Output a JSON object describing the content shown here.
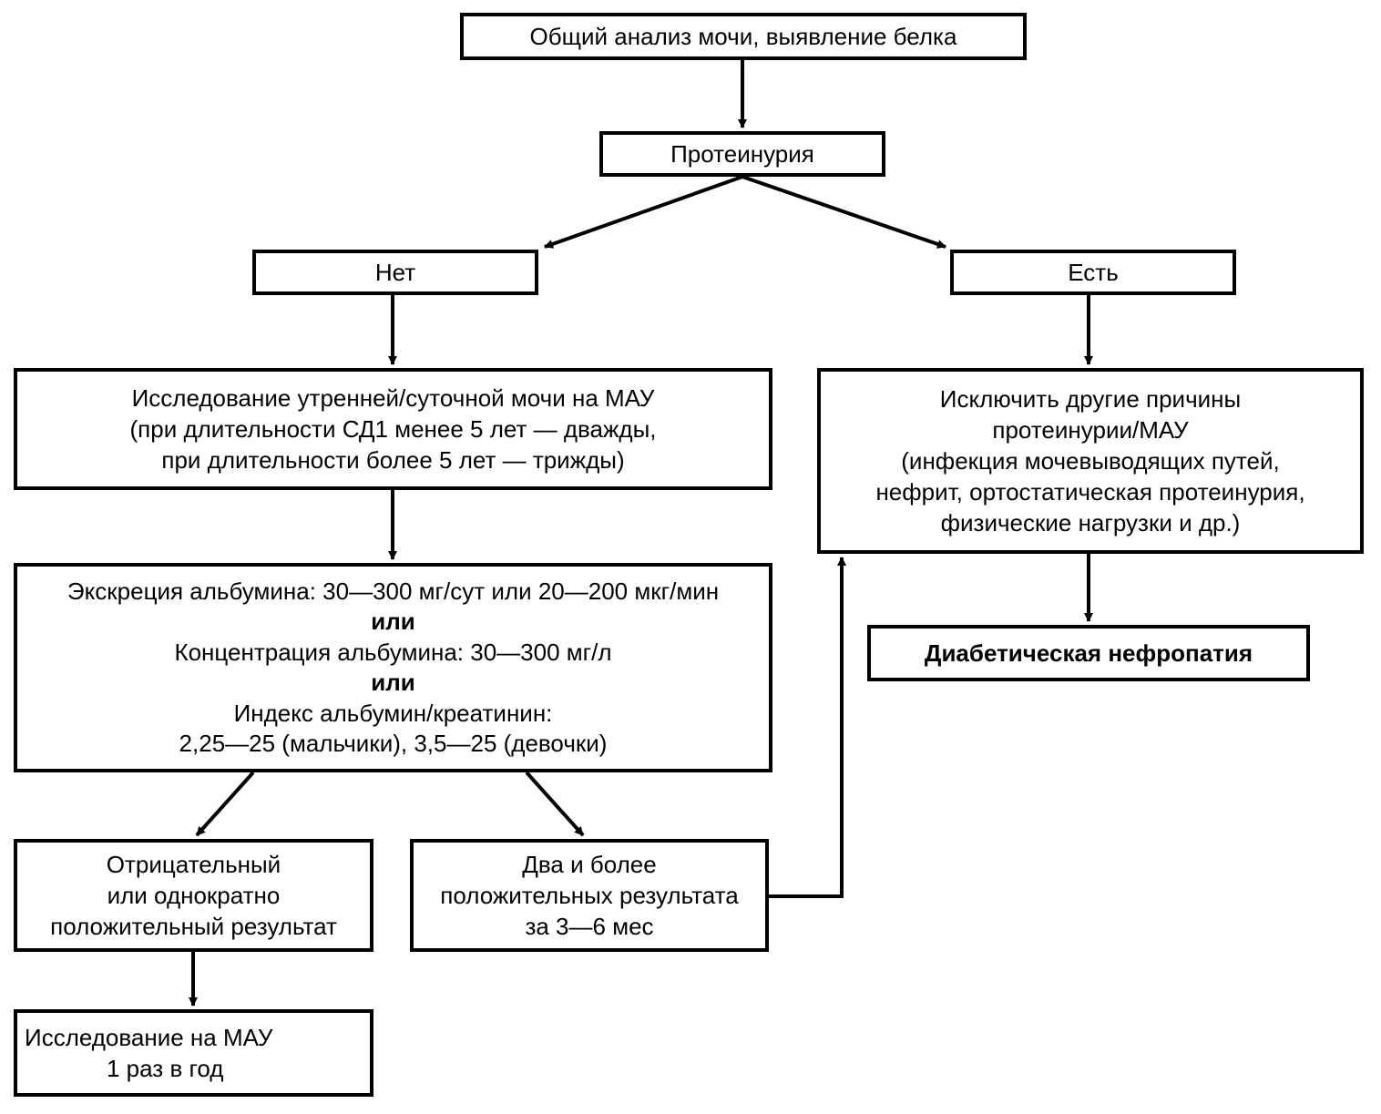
{
  "nodes": {
    "general_analysis": "Общий анализ мочи, выявление белка",
    "proteinuria": "Протеинурия",
    "no": "Нет",
    "yes": "Есть",
    "study": {
      "line1": "Исследование утренней/суточной мочи на МАУ",
      "line2": "(при длительности СД1 менее 5 лет — дважды,",
      "line3": "при длительности более 5 лет — трижды)"
    },
    "exclude": {
      "line1": "Исключить другие причины",
      "line2": "протеинурии/МАУ",
      "line3": "(инфекция мочевыводящих путей,",
      "line4": "нефрит, ортостатическая протеинурия,",
      "line5": "физические нагрузки и др.)"
    },
    "excretion": {
      "line1": "Экскреция альбумина: 30—300 мг/сут или 20—200 мкг/мин",
      "or1": "или",
      "line2": "Концентрация альбумина: 30—300 мг/л",
      "or2": "или",
      "line3": "Индекс альбумин/креатинин:",
      "line4": "2,25—25 (мальчики), 3,5—25 (девочки)"
    },
    "diabetic_nephropathy": "Диабетическая нефропатия",
    "negative": {
      "line1": "Отрицательный",
      "line2": "или однократно",
      "line3": "положительный результат"
    },
    "two_or_more": {
      "line1": "Два и более",
      "line2": "положительных результата",
      "line3": "за 3—6 мес"
    },
    "yearly": {
      "line1": "Исследование на МАУ",
      "line2": "1 раз в год"
    }
  },
  "colors": {
    "stroke": "#000000",
    "background": "#ffffff"
  }
}
